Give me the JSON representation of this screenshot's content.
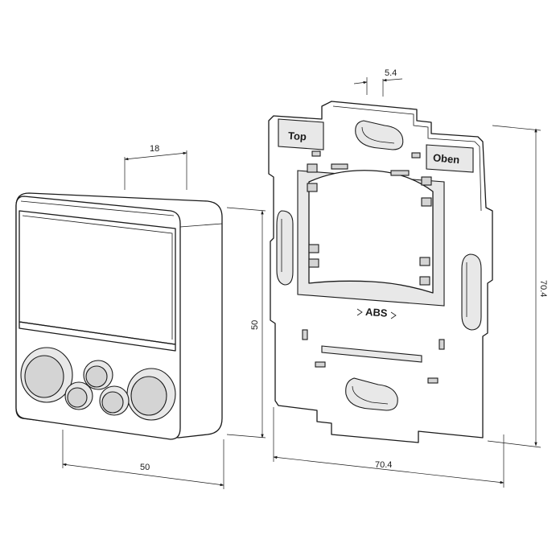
{
  "dimensions": {
    "device_depth": "18",
    "device_width": "50",
    "device_height": "50",
    "plate_slot": "5.4",
    "plate_width": "70.4",
    "plate_height": "70.4"
  },
  "plate_labels": {
    "top": "Top",
    "oben": "Oben",
    "material": "ABS"
  }
}
